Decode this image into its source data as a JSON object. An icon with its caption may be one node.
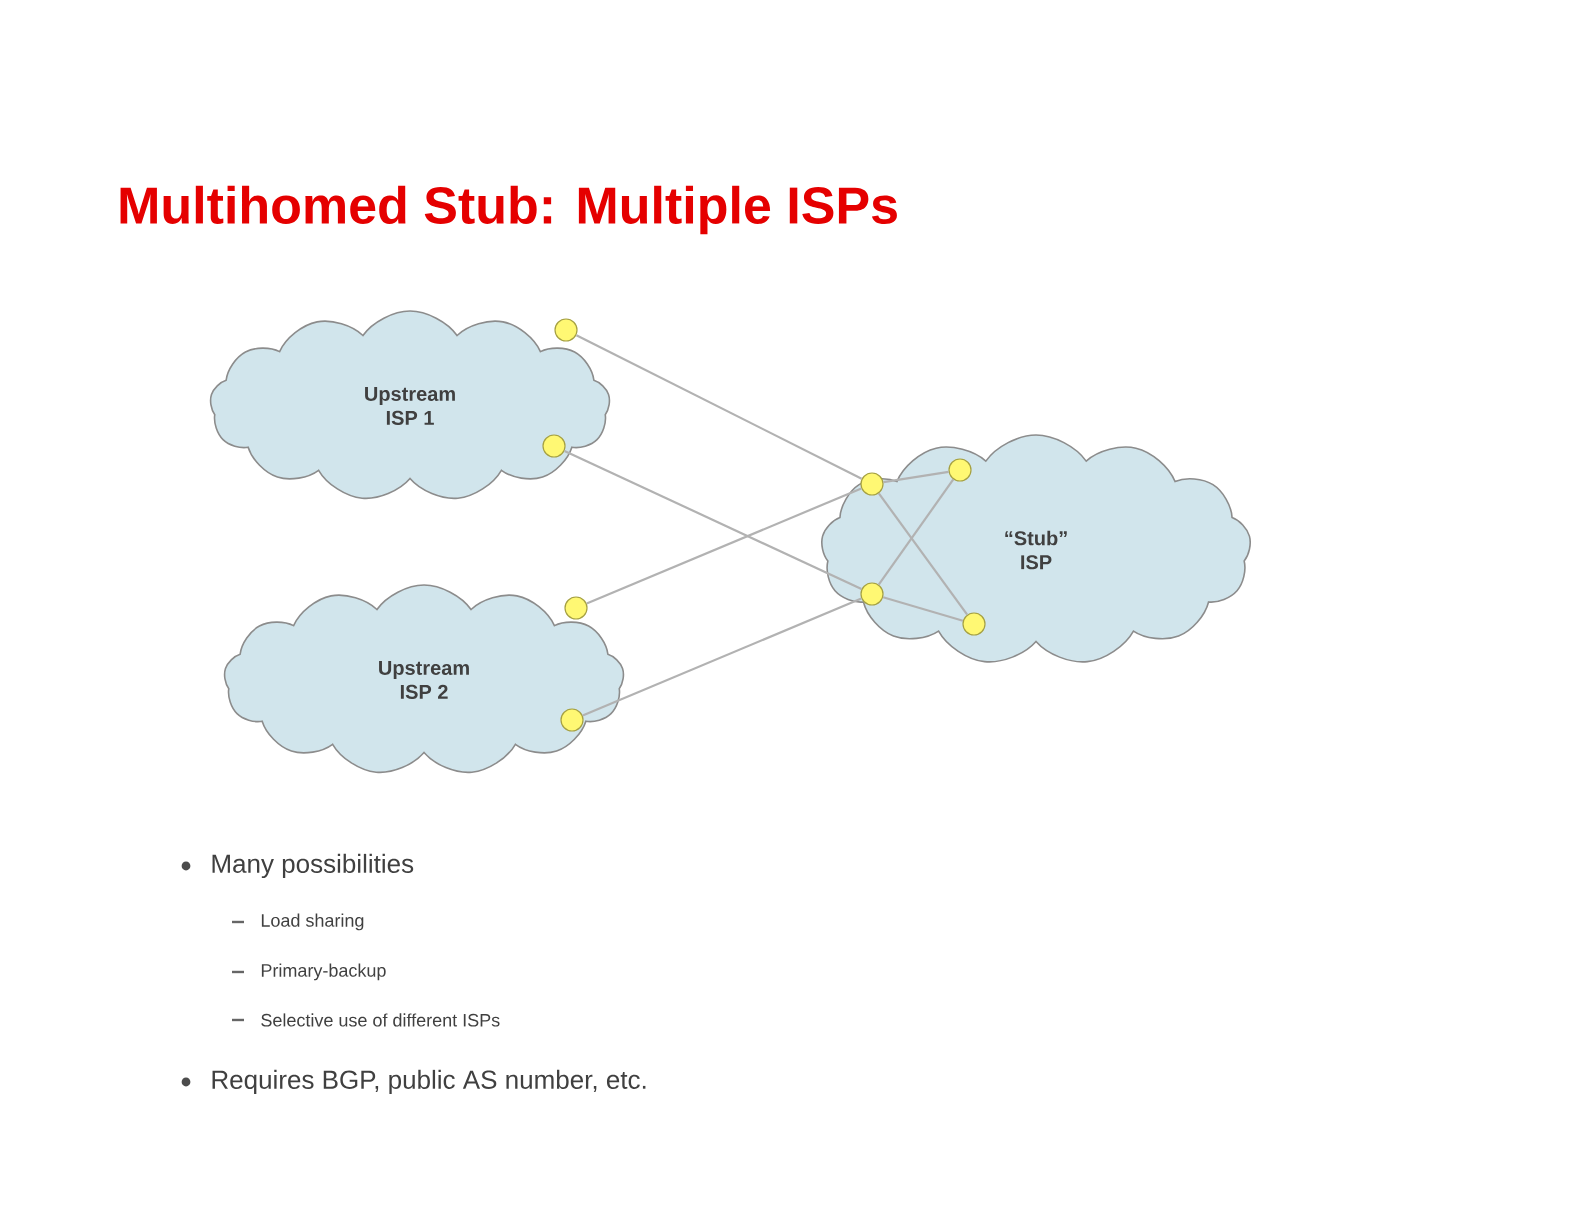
{
  "diagram": {
    "title": "Multihomed Stub: Multiple ISPs",
    "nodes": [
      {
        "text": [
          "Upstream ISP 1"
        ]
      },
      {
        "text": [],
        "shape": "circle",
        "in": 0
      },
      {
        "text": [],
        "shape": "circle",
        "in": 0
      },
      {
        "text": [
          "Upstream ISP 2"
        ]
      },
      {
        "text": [],
        "shape": "circle",
        "in": 3
      },
      {
        "text": [],
        "shape": "circle",
        "in": 3
      },
      {
        "text": [
          "“Stub” ISP"
        ]
      },
      {
        "text": [],
        "shape": "circle",
        "in": 6
      },
      {
        "text": [],
        "shape": "circle",
        "in": 6
      },
      {
        "text": [],
        "shape": "circle",
        "in": 6
      },
      {
        "text": [],
        "shape": "circle",
        "in": 6
      }
    ],
    "edges": [
      {
        "from": 1,
        "to": 7,
        "arrow": "none"
      },
      {
        "from": 2,
        "to": 9,
        "arrow": "none"
      },
      {
        "from": 4,
        "to": 7,
        "arrow": "none"
      },
      {
        "from": 5,
        "to": 9,
        "arrow": "none"
      },
      {
        "from": 7,
        "to": 8,
        "arrow": "none"
      },
      {
        "from": 7,
        "to": 10,
        "arrow": "none"
      },
      {
        "from": 9,
        "to": 8,
        "arrow": "none"
      },
      {
        "from": 9,
        "to": 10,
        "arrow": "none"
      }
    ],
    "labels": [
      "Many possibilities",
      "Load sharing",
      "Primary-backup",
      "Selective use of different ISPs",
      "Requires BGP, public AS number, etc."
    ]
  }
}
